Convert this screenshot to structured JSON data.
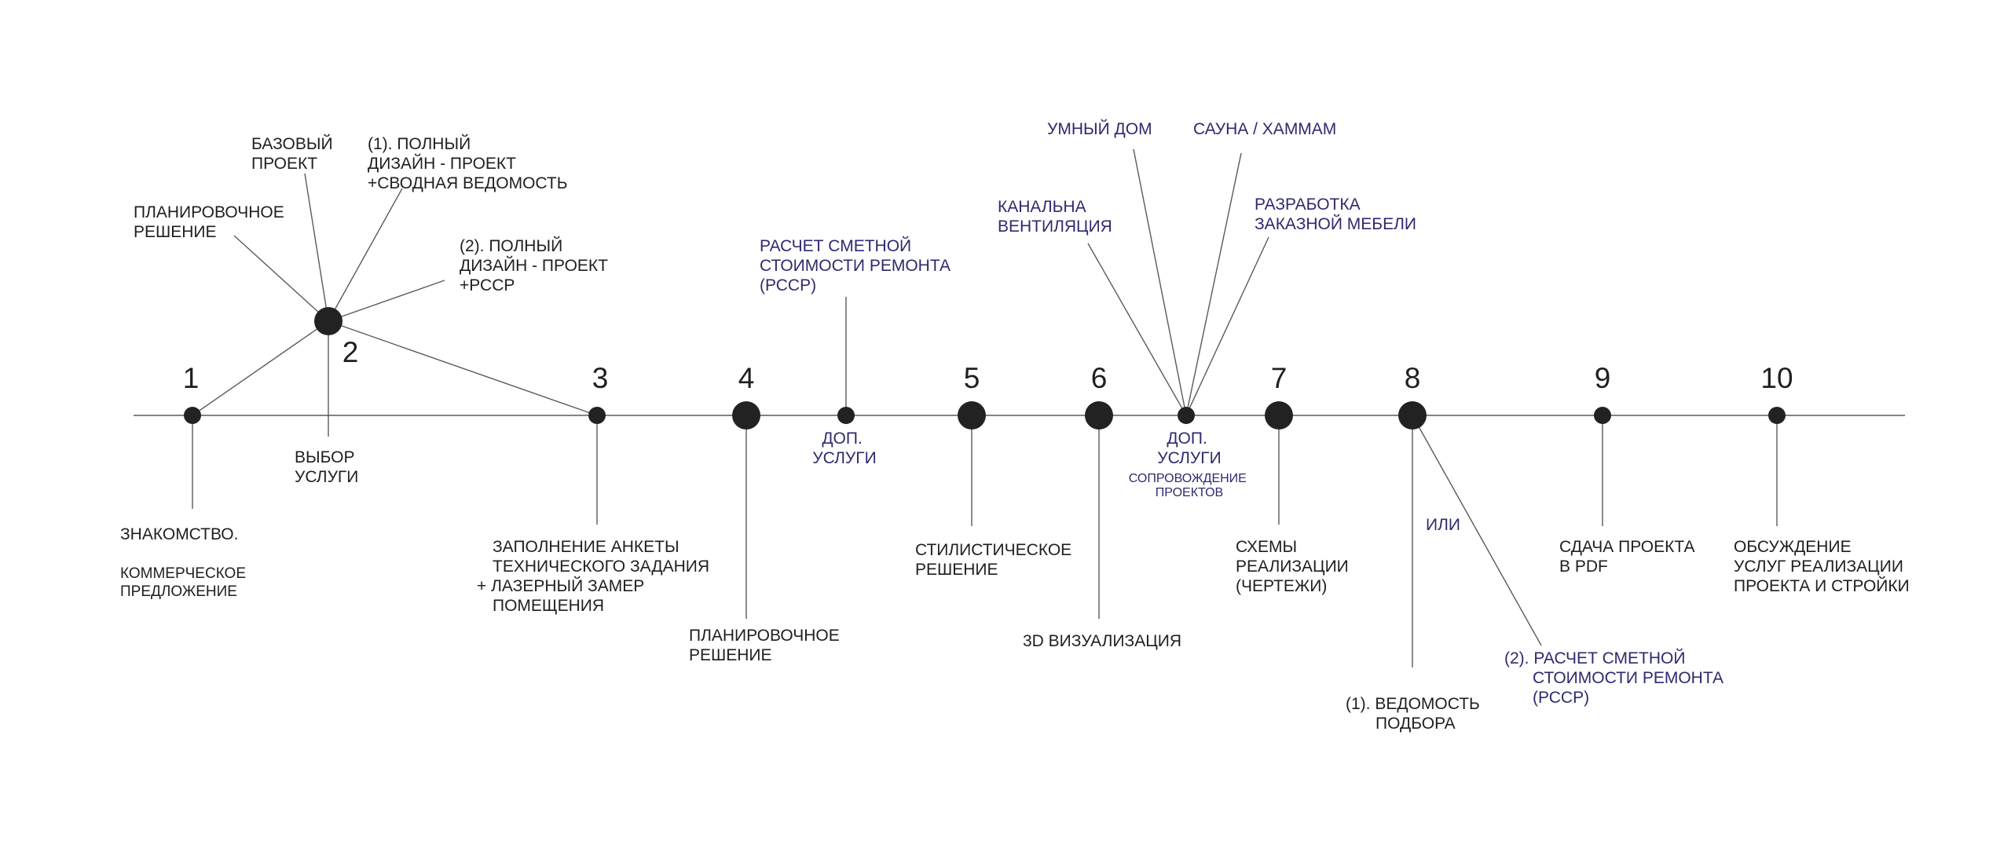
{
  "colors": {
    "ink": "#1f1f1f",
    "accent": "#2e2a6e",
    "line": "#5a5a5a",
    "dot": "#222222"
  },
  "steps": [
    {
      "number": "1",
      "label": [
        "ЗНАКОМСТВО."
      ],
      "sublabel": [
        "КОММЕРЧЕСКОЕ",
        "ПРЕДЛОЖЕНИЕ"
      ]
    },
    {
      "number": "2",
      "label": [
        "ВЫБОР",
        "УСЛУГИ"
      ]
    },
    {
      "number": "3",
      "label": [
        "ЗАПОЛНЕНИЕ АНКЕТЫ",
        "ТЕХНИЧЕСКОГО ЗАДАНИЯ",
        "+ ЛАЗЕРНЫЙ ЗАМЕР",
        "ПОМЕЩЕНИЯ"
      ]
    },
    {
      "number": "4",
      "label": [
        "ПЛАНИРОВОЧНОЕ",
        "РЕШЕНИЕ"
      ]
    },
    {
      "number": "5",
      "label": [
        "СТИЛИСТИЧЕСКОЕ",
        "РЕШЕНИЕ"
      ]
    },
    {
      "number": "6",
      "label": [
        "3D ВИЗУАЛИЗАЦИЯ"
      ]
    },
    {
      "number": "7",
      "label": [
        "СХЕМЫ",
        "РЕАЛИЗАЦИИ",
        "(ЧЕРТЕЖИ)"
      ]
    },
    {
      "number": "8",
      "label": [
        "(1). ВЕДОМОСТЬ",
        "ПОДБОРА"
      ],
      "or_label": "ИЛИ",
      "alt_label": [
        "(2). РАСЧЕТ СМЕТНОЙ",
        "СТОИМОСТИ РЕМОНТА",
        "(РССР)"
      ]
    },
    {
      "number": "9",
      "label": [
        "СДАЧА ПРОЕКТА",
        "В PDF"
      ]
    },
    {
      "number": "10",
      "label": [
        "ОБСУЖДЕНИЕ",
        "УСЛУГ РЕАЛИЗАЦИИ",
        "ПРОЕКТА И СТРОЙКИ"
      ]
    }
  ],
  "service_options": [
    [
      "ПЛАНИРОВОЧНОЕ",
      "РЕШЕНИЕ"
    ],
    [
      "БАЗОВЫЙ",
      "ПРОЕКТ"
    ],
    [
      "(1). ПОЛНЫЙ",
      "ДИЗАЙН - ПРОЕКТ",
      "+СВОДНАЯ ВЕДОМОСТЬ"
    ],
    [
      "(2). ПОЛНЫЙ",
      "ДИЗАЙН - ПРОЕКТ",
      "+РССР"
    ]
  ],
  "extra_a": {
    "label": [
      "ДОП.",
      "УСЛУГИ"
    ],
    "option": [
      "РАСЧЕТ СМЕТНОЙ",
      "СТОИМОСТИ РЕМОНТА",
      "(РССР)"
    ]
  },
  "extra_b": {
    "label": [
      "ДОП.",
      "УСЛУГИ"
    ],
    "sublabel": [
      "СОПРОВОЖДЕНИЕ",
      "ПРОЕКТОВ"
    ],
    "options": [
      [
        "КАНАЛЬНА",
        "ВЕНТИЛЯЦИЯ"
      ],
      [
        "УМНЫЙ ДОМ"
      ],
      [
        "САУНА / ХАММАМ"
      ],
      [
        "РАЗРАБОТКА",
        "ЗАКАЗНОЙ МЕБЕЛИ"
      ]
    ]
  }
}
